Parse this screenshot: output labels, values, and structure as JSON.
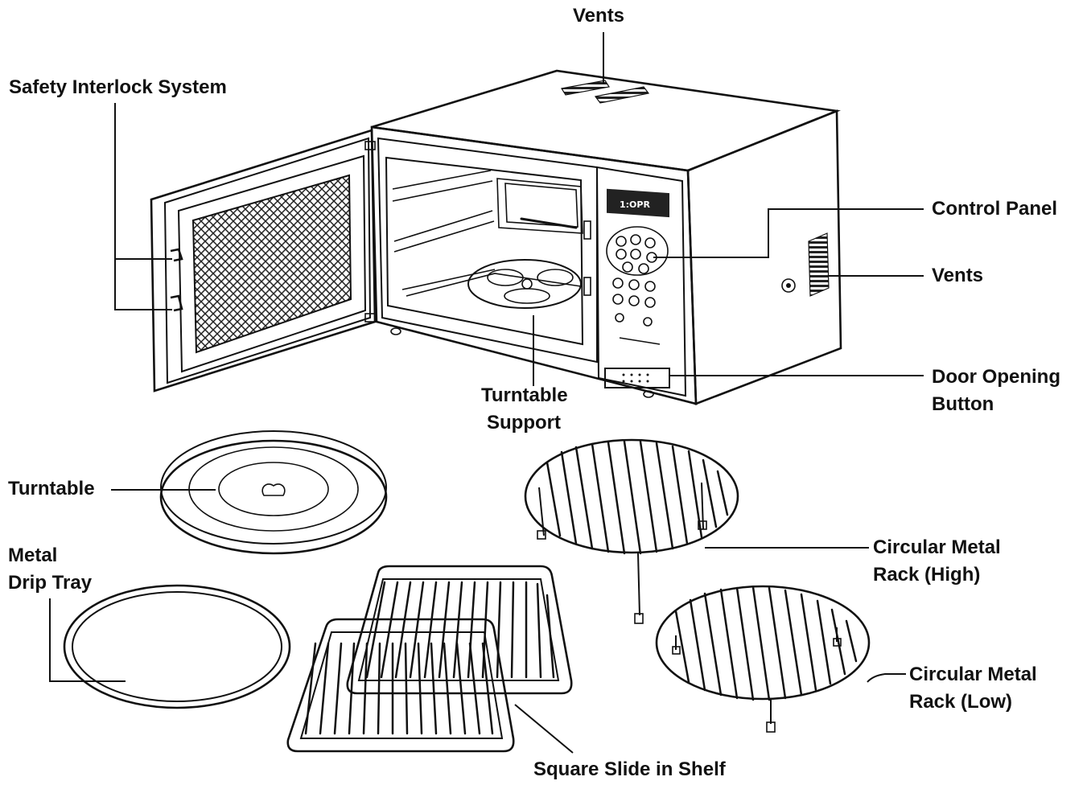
{
  "labels": {
    "vents_top": "Vents",
    "safety_interlock": "Safety Interlock System",
    "control_panel": "Control Panel",
    "vents_side": "Vents",
    "door_opening_1": "Door Opening",
    "door_opening_2": "Button",
    "turntable_support_1": "Turntable",
    "turntable_support_2": "Support",
    "turntable": "Turntable",
    "drip_tray_1": "Metal",
    "drip_tray_2": "Drip Tray",
    "rack_high_1": "Circular Metal",
    "rack_high_2": "Rack (High)",
    "rack_low_1": "Circular Metal",
    "rack_low_2": "Rack (Low)",
    "square_shelf": "Square Slide in Shelf"
  },
  "colors": {
    "ink": "#111111",
    "background": "#ffffff"
  }
}
